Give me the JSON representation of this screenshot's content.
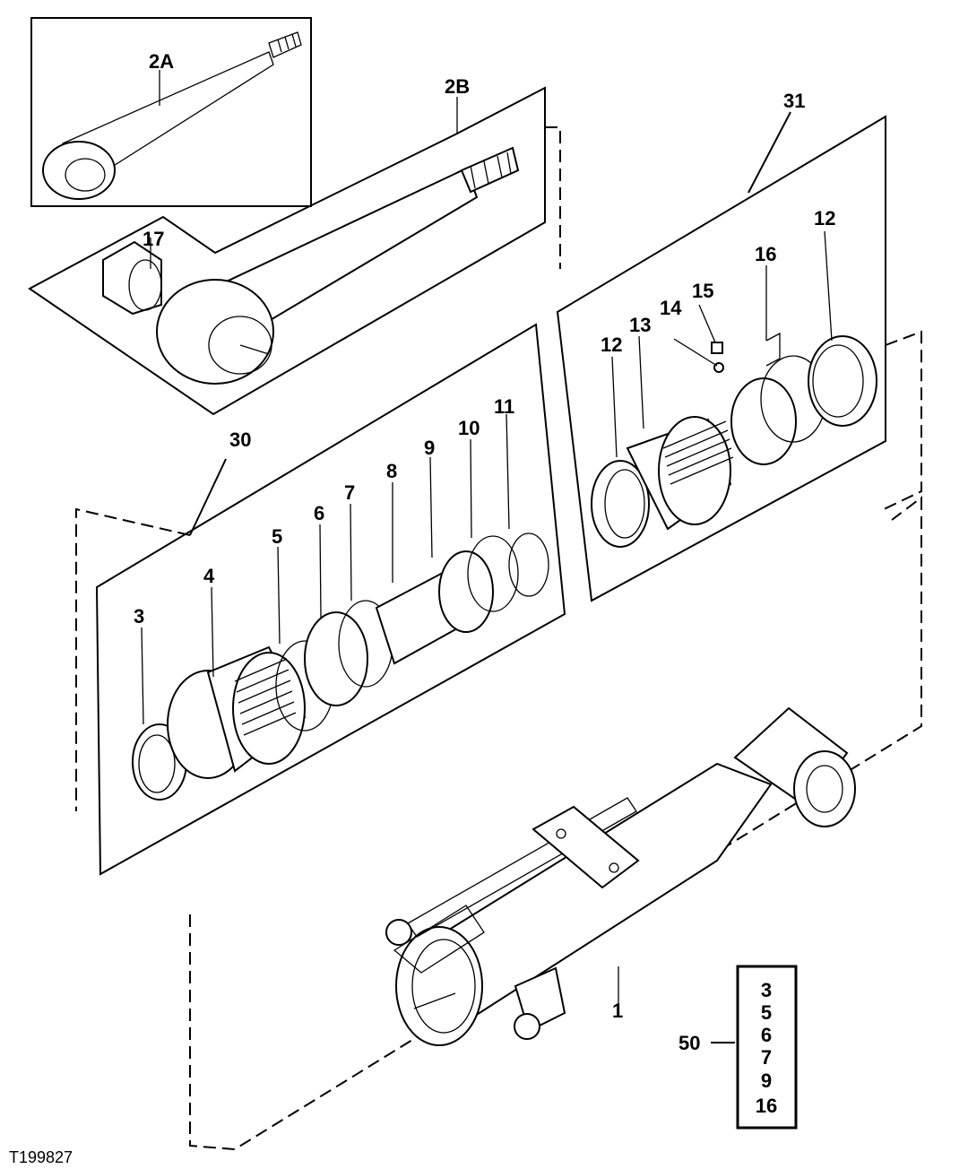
{
  "figure_id": "T199827",
  "callouts": {
    "c1": "1",
    "c2a": "2A",
    "c2b": "2B",
    "c3": "3",
    "c4": "4",
    "c5": "5",
    "c6": "6",
    "c7": "7",
    "c8": "8",
    "c9": "9",
    "c10": "10",
    "c11": "11",
    "c12a": "12",
    "c12b": "12",
    "c13": "13",
    "c14": "14",
    "c15": "15",
    "c16": "16",
    "c17": "17",
    "c30": "30",
    "c31": "31",
    "c50": "50"
  },
  "kit_50": {
    "label": "50",
    "items": [
      "3",
      "5",
      "6",
      "7",
      "9",
      "16"
    ]
  }
}
